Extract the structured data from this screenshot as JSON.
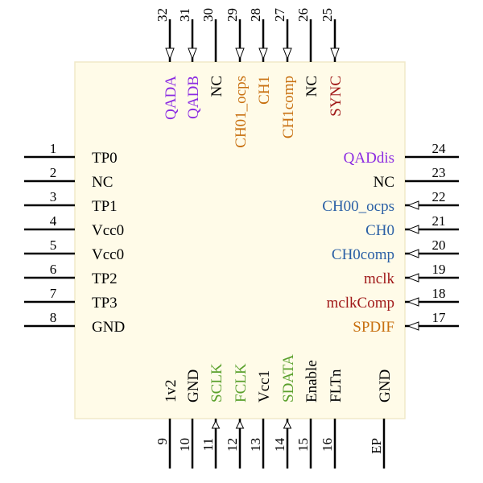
{
  "colors": {
    "body_fill": "#FFFBE8",
    "body_stroke": "#F0E9C8",
    "black": "#000000",
    "purple": "#8B2BE2",
    "orange": "#C87010",
    "darkred": "#A01818",
    "blue": "#2A5FA5",
    "green": "#5AA02C"
  },
  "pins": [
    {
      "num": "1",
      "name": "TP0",
      "color": "black",
      "arrow": false
    },
    {
      "num": "2",
      "name": "NC",
      "color": "black",
      "arrow": false
    },
    {
      "num": "3",
      "name": "TP1",
      "color": "black",
      "arrow": false
    },
    {
      "num": "4",
      "name": "Vcc0",
      "color": "black",
      "arrow": false
    },
    {
      "num": "5",
      "name": "Vcc0",
      "color": "black",
      "arrow": false
    },
    {
      "num": "6",
      "name": "TP2",
      "color": "black",
      "arrow": false
    },
    {
      "num": "7",
      "name": "TP3",
      "color": "black",
      "arrow": false
    },
    {
      "num": "8",
      "name": "GND",
      "color": "black",
      "arrow": false
    },
    {
      "num": "9",
      "name": "1v2",
      "color": "black",
      "arrow": false
    },
    {
      "num": "10",
      "name": "GND",
      "color": "black",
      "arrow": false
    },
    {
      "num": "11",
      "name": "SCLK",
      "color": "green",
      "arrow": true
    },
    {
      "num": "12",
      "name": "FCLK",
      "color": "green",
      "arrow": true
    },
    {
      "num": "13",
      "name": "Vcc1",
      "color": "black",
      "arrow": false
    },
    {
      "num": "14",
      "name": "SDATA",
      "color": "green",
      "arrow": true
    },
    {
      "num": "15",
      "name": "Enable",
      "color": "black",
      "arrow": false
    },
    {
      "num": "16",
      "name": "FLTn",
      "color": "black",
      "arrow": false
    },
    {
      "num": "EP",
      "name": "GND",
      "color": "black",
      "arrow": false
    },
    {
      "num": "17",
      "name": "SPDIF",
      "color": "orange",
      "arrow": true
    },
    {
      "num": "18",
      "name": "mclkComp",
      "color": "darkred",
      "arrow": true
    },
    {
      "num": "19",
      "name": "mclk",
      "color": "darkred",
      "arrow": true
    },
    {
      "num": "20",
      "name": "CH0comp",
      "color": "blue",
      "arrow": true
    },
    {
      "num": "21",
      "name": "CH0",
      "color": "blue",
      "arrow": true
    },
    {
      "num": "22",
      "name": "CH00_ocps",
      "color": "blue",
      "arrow": true
    },
    {
      "num": "23",
      "name": "NC",
      "color": "black",
      "arrow": false
    },
    {
      "num": "24",
      "name": "QADdis",
      "color": "purple",
      "arrow": false
    },
    {
      "num": "25",
      "name": "SYNC",
      "color": "darkred",
      "arrow": true
    },
    {
      "num": "26",
      "name": "NC",
      "color": "black",
      "arrow": false
    },
    {
      "num": "27",
      "name": "CH1comp",
      "color": "orange",
      "arrow": true
    },
    {
      "num": "28",
      "name": "CH1",
      "color": "orange",
      "arrow": true
    },
    {
      "num": "29",
      "name": "CH01_ocps",
      "color": "orange",
      "arrow": true
    },
    {
      "num": "30",
      "name": "NC",
      "color": "black",
      "arrow": false
    },
    {
      "num": "31",
      "name": "QADB",
      "color": "purple",
      "arrow": true
    },
    {
      "num": "32",
      "name": "QADA",
      "color": "purple",
      "arrow": true
    }
  ]
}
